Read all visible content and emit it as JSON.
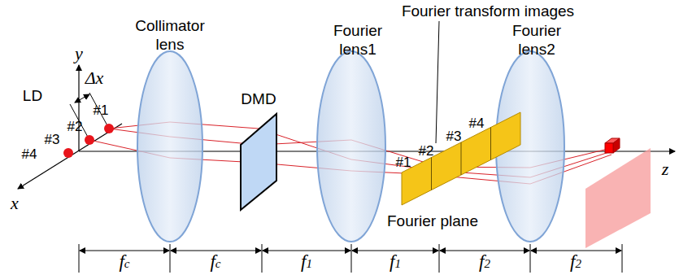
{
  "diagram": {
    "labels": [
      "y",
      "Δx",
      "LD",
      "#1",
      "#2",
      "#3",
      "#4",
      "x",
      "Collimator lens",
      "DMD",
      "Fourier lens1",
      "Fourier transform images",
      "#1",
      "#2",
      "#3",
      "#4",
      "Fourier lens2",
      "Fourier plane",
      "z",
      "fc",
      "fc",
      "f1",
      "f1",
      "f2",
      "f2"
    ]
  }
}
